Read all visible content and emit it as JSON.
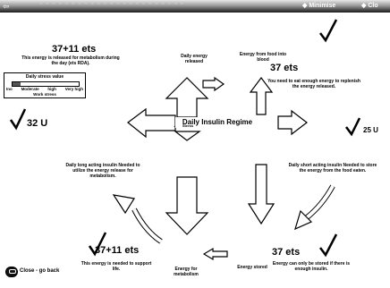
{
  "window": {
    "back_label": "⇦",
    "title": "~ ~ ~ ~ ~ ~ ~ ~ ~ ~ ~ ~ ~ ~ ~ ~ ~ ~ ~ ~ ~ ~ ~",
    "minimise_label": "Minimise",
    "close_label": "Clo"
  },
  "top_left": {
    "amount": "37+11 ets",
    "text": "This energy is released for metabolism during the day (ets RDA)."
  },
  "stress_selector": {
    "title": "Daily stress value",
    "level": 0.12,
    "options": [
      "Ino",
      "Moderate",
      "high",
      "Very high"
    ],
    "subtitle": "Work stress"
  },
  "left_units": "32 U",
  "right_units": "25 U",
  "daily_energy_released": "Daily energy released",
  "energy_from_food": "Energy from food into blood",
  "top_right": {
    "amount": "37 ets",
    "text": "You need to eat enough energy to replenish the energy released."
  },
  "center_label": "Daily Insulin Regime",
  "stress_tag": "Stress",
  "long_acting": "Daily long acting insulin Needed to utilize the energy release for metabolism.",
  "short_acting": "Daily short acting insulin Needed to store the energy from the food eaten.",
  "bottom_left": {
    "amount": "37+11 ets",
    "text": "This energy is needed to support life."
  },
  "energy_for_metabolism": "Energy for metabolism",
  "energy_stored": "Energy stored",
  "bottom_right": {
    "amount": "37 ets",
    "text": "Energy can only be stored if there is enough insulin."
  },
  "close_button_label": "Close - go back"
}
